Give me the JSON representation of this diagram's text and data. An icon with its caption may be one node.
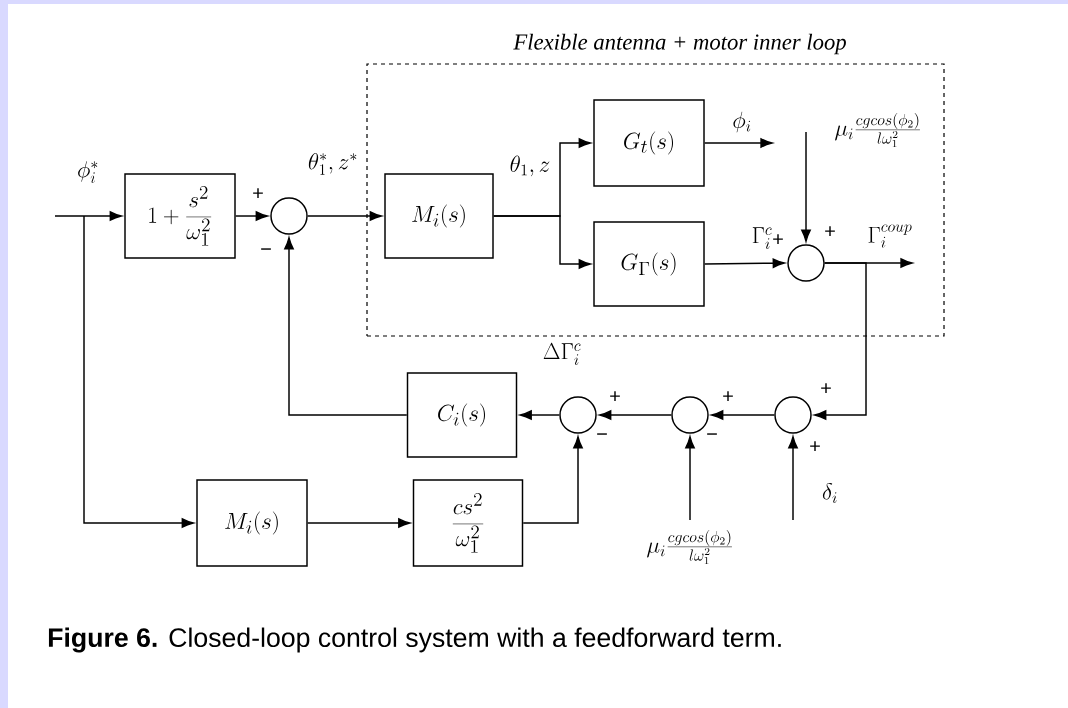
{
  "diagram": {
    "caption": "**Figure 6.** Closed-loop control system with a feedforward term.",
    "nodes": [
      {
        "text": [
          "Flexible antenna + motor inner loop"
        ]
      },
      {
        "text": [
          "1+\\frac{s^2}{\\omega_1^2}"
        ]
      },
      {
        "text": [],
        "shape": "circle"
      },
      {
        "text": [
          "M_i(s)"
        ],
        "in": 0
      },
      {
        "text": [
          "G_t(s)"
        ],
        "in": 0
      },
      {
        "text": [
          "G_\\Gamma(s)"
        ],
        "in": 0
      },
      {
        "text": [],
        "shape": "circle",
        "in": 0
      },
      {
        "text": [
          "C_i(s)"
        ]
      },
      {
        "text": [],
        "shape": "circle"
      },
      {
        "text": [],
        "shape": "circle"
      },
      {
        "text": [],
        "shape": "circle"
      },
      {
        "text": [
          "M_i(s)"
        ]
      },
      {
        "text": [
          "\\frac{cs^2}{\\omega_1^2}"
        ]
      }
    ],
    "edges": [
      {
        "from": null,
        "to": 1,
        "arrow": "to",
        "label": "\\phi_i^*"
      },
      {
        "from": 1,
        "to": 2,
        "arrow": "to"
      },
      {
        "from": 2,
        "to": 3,
        "arrow": "to",
        "label": "\\theta_1^*, z^*"
      },
      {
        "from": 3,
        "to": 4,
        "arrow": "to",
        "label": "\\theta_1, z"
      },
      {
        "from": 3,
        "to": 5,
        "arrow": "to"
      },
      {
        "from": 4,
        "to": null,
        "arrow": "to",
        "label": "\\phi_i"
      },
      {
        "from": 5,
        "to": 6,
        "arrow": "to",
        "label": "\\Gamma_i^c"
      },
      {
        "from": null,
        "to": 6,
        "arrow": "to",
        "label": "\\mu_i\\frac{cgcos(\\phi_2)}{l\\omega_1^2}"
      },
      {
        "from": 6,
        "to": null,
        "arrow": "to",
        "label": "\\Gamma_i^{coup}"
      },
      {
        "from": 6,
        "to": 10,
        "arrow": "to"
      },
      {
        "from": 10,
        "to": 9,
        "arrow": "to"
      },
      {
        "from": 9,
        "to": 8,
        "arrow": "to"
      },
      {
        "from": 8,
        "to": 7,
        "arrow": "to",
        "label": "\\Delta\\Gamma_i^c"
      },
      {
        "from": 7,
        "to": 2,
        "arrow": "to"
      },
      {
        "from": null,
        "to": 11,
        "arrow": "to"
      },
      {
        "from": 11,
        "to": 12,
        "arrow": "to"
      },
      {
        "from": 12,
        "to": 8,
        "arrow": "to"
      },
      {
        "from": null,
        "to": 9,
        "arrow": "to",
        "label": "\\mu_i\\frac{cgcos(\\phi_2)}{l\\omega_1^2}"
      },
      {
        "from": null,
        "to": 10,
        "arrow": "to",
        "label": "\\delta_i"
      }
    ],
    "labels": [
      "+",
      "+",
      "+",
      "−",
      "+",
      "+",
      "+",
      "−",
      "−",
      "+"
    ]
  }
}
